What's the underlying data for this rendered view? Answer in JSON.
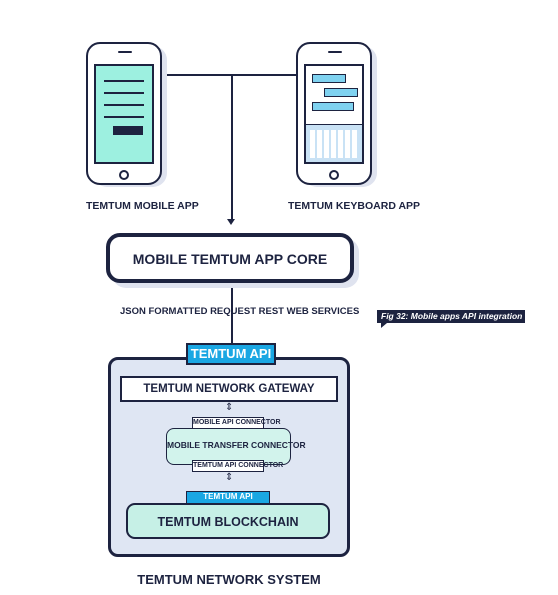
{
  "diagram": {
    "mobile_app_label": "TEMTUM MOBILE APP",
    "keyboard_app_label": "TEMTUM KEYBOARD APP",
    "app_core_label": "MOBILE TEMTUM APP CORE",
    "rest_label": "JSON FORMATTED REQUEST REST WEB SERVICES",
    "api_label": "TEMTUM API",
    "gateway_label": "TEMTUM NETWORK GATEWAY",
    "mobile_api_connector_label": "MOBILE API CONNECTOR",
    "mobile_transfer_connector_label": "MOBILE TRANSFER CONNECTOR",
    "temtum_api_connector_label": "TEMTUM API CONNECTOR",
    "inner_api_label": "TEMTUM API",
    "blockchain_label": "TEMTUM BLOCKCHAIN",
    "system_label": "TEMTUM NETWORK SYSTEM",
    "figure_caption": "Fig 32: Mobile apps API integration"
  },
  "colors": {
    "navy": "#1d2340",
    "api_blue": "#1aa7e3",
    "mint": "#9df0e0",
    "chat_blue": "#b7d9f3",
    "system_bg": "#dfe6f3"
  }
}
